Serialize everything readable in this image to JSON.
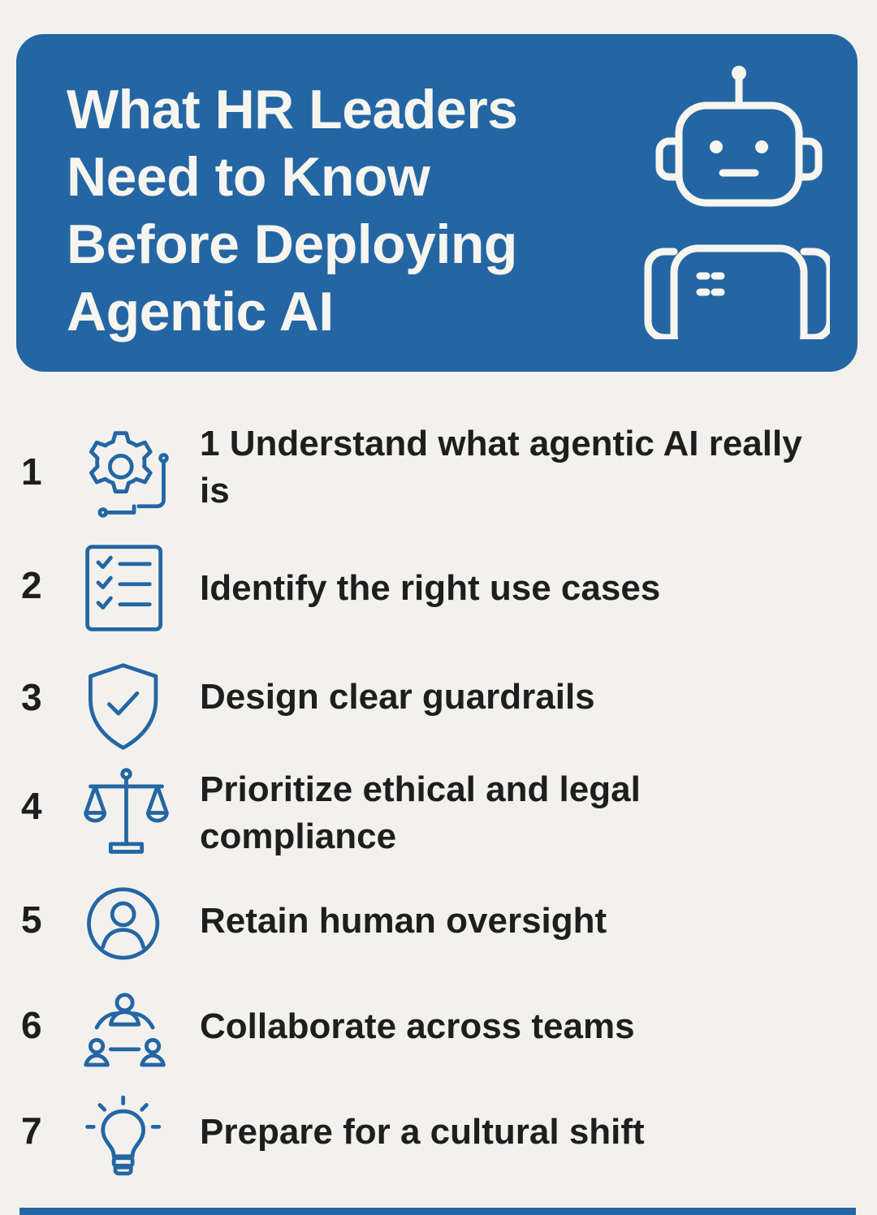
{
  "header": {
    "title": "What HR Leaders Need to Know Before Deploying Agentic AI",
    "icon": "robot-icon"
  },
  "items": [
    {
      "number": "1",
      "label": "1 Understand what agentic AI really is",
      "icon": "gear-circuit-icon"
    },
    {
      "number": "2",
      "label": "Identify the right use cases",
      "icon": "checklist-icon"
    },
    {
      "number": "3",
      "label": "Design clear guardrails",
      "icon": "shield-check-icon"
    },
    {
      "number": "4",
      "label": "Prioritize ethical and legal compliance",
      "icon": "scales-icon"
    },
    {
      "number": "5",
      "label": "Retain human oversight",
      "icon": "user-circle-icon"
    },
    {
      "number": "6",
      "label": "Collaborate across teams",
      "icon": "team-icon"
    },
    {
      "number": "7",
      "label": "Prepare for a cultural shift",
      "icon": "lightbulb-icon"
    }
  ],
  "colors": {
    "brand_blue": "#2466a4",
    "background": "#f3f1ed",
    "text": "#1e1e1e",
    "header_text": "#f7f5ef"
  }
}
